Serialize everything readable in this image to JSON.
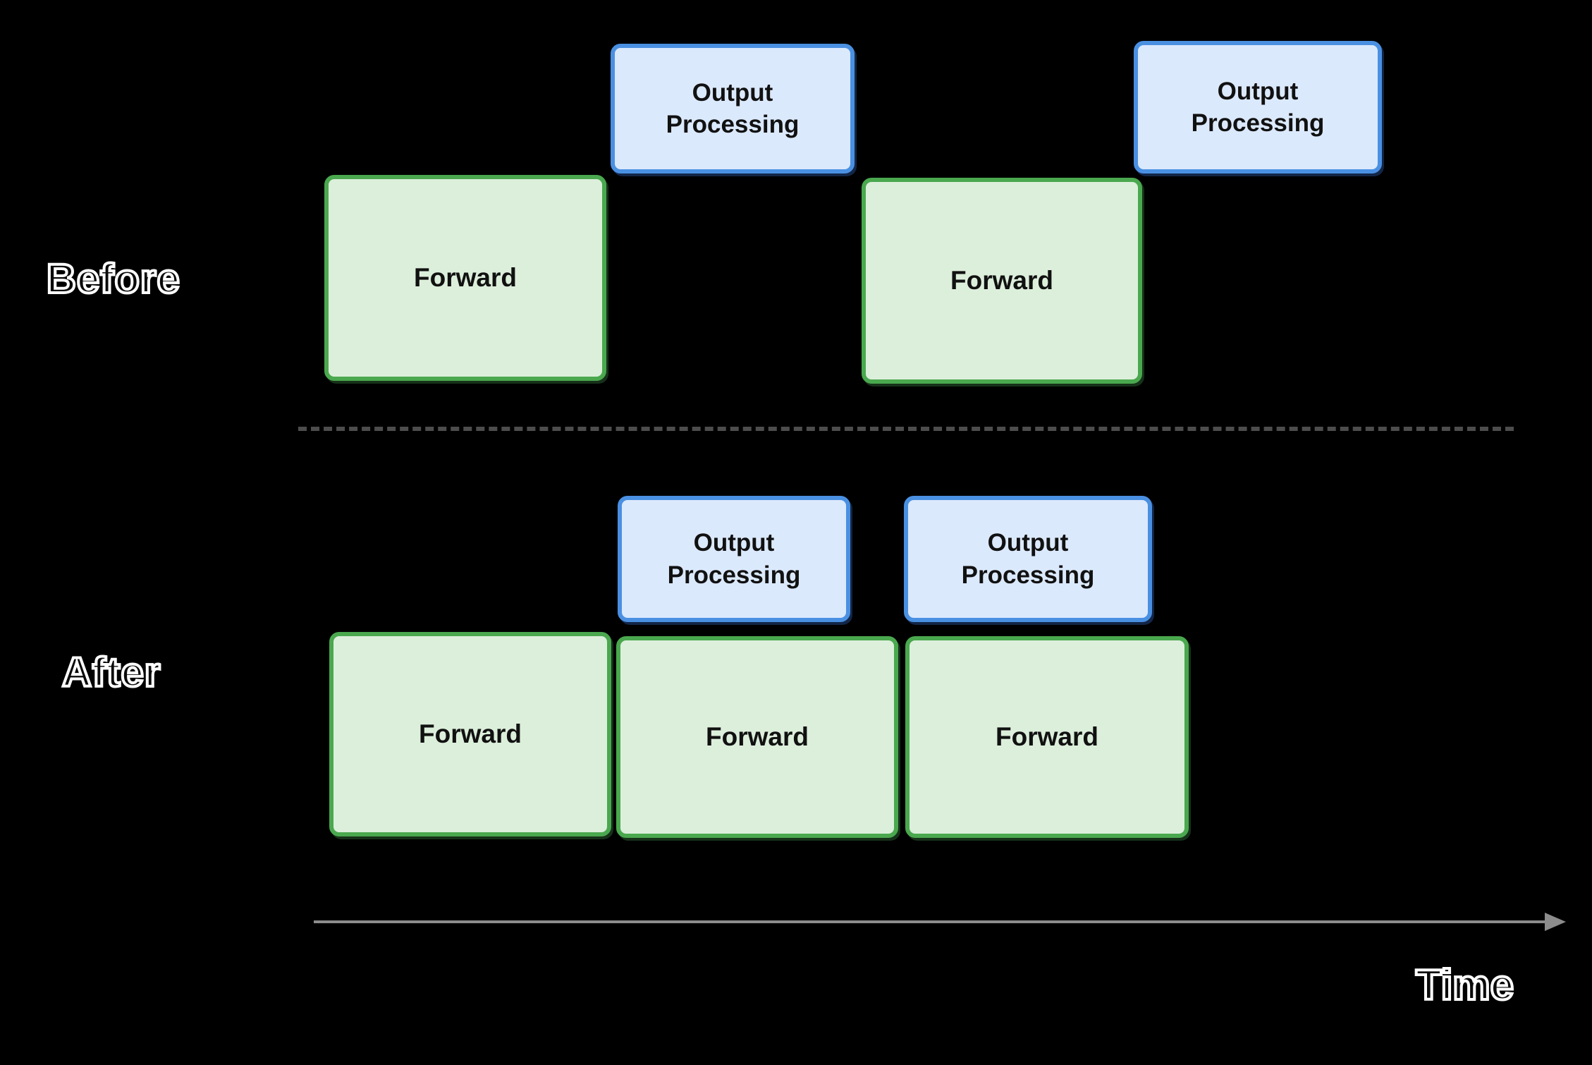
{
  "diagram": {
    "title": "",
    "before": {
      "label": "Before",
      "blocks": [
        {
          "type": "forward",
          "label": "Forward"
        },
        {
          "type": "output",
          "label": "Output Processing"
        },
        {
          "type": "forward",
          "label": "Forward"
        },
        {
          "type": "output",
          "label": "Output Processing"
        }
      ]
    },
    "after": {
      "label": "After",
      "blocks": [
        {
          "type": "output",
          "label": "Output Processing"
        },
        {
          "type": "output",
          "label": "Output Processing"
        },
        {
          "type": "forward",
          "label": "Forward"
        },
        {
          "type": "forward",
          "label": "Forward"
        },
        {
          "type": "forward",
          "label": "Forward"
        }
      ]
    },
    "time_axis": {
      "label": "Time"
    },
    "colors": {
      "background": "#000000",
      "forward_fill": "#dcefdb",
      "forward_border": "#4aa84e",
      "output_fill": "#dbe9fd",
      "output_border": "#4a90e2",
      "divider": "#4d4d4d",
      "arrow": "#8c8c8c",
      "box_text": "#111111",
      "label_text": "#ffffff"
    }
  }
}
